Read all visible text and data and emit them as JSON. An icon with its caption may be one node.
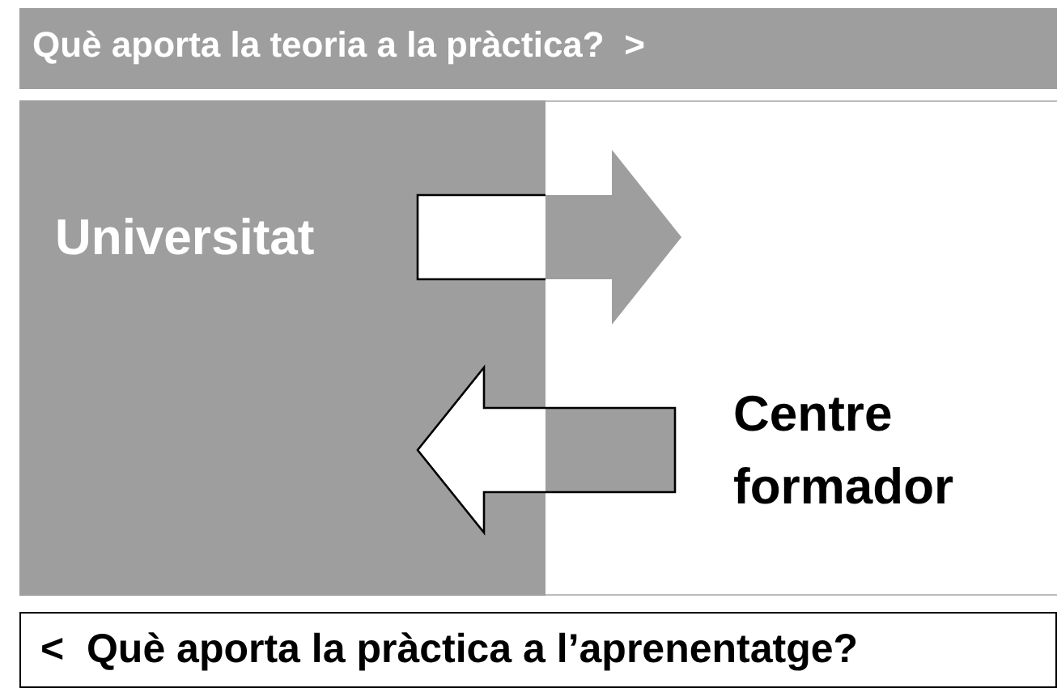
{
  "diagram": {
    "nodes": [
      {
        "text": [
          "Universitat"
        ]
      },
      {
        "text": [
          "Centre formador"
        ]
      }
    ],
    "edges": [
      {
        "from": 0,
        "to": 1,
        "arrow": "to"
      },
      {
        "from": 1,
        "to": 0,
        "arrow": "to"
      }
    ],
    "labels": [
      "Què aporta la teoria a la pràctica?  >",
      "<  Què aporta la pràctica a l’aprenentatge?"
    ]
  }
}
